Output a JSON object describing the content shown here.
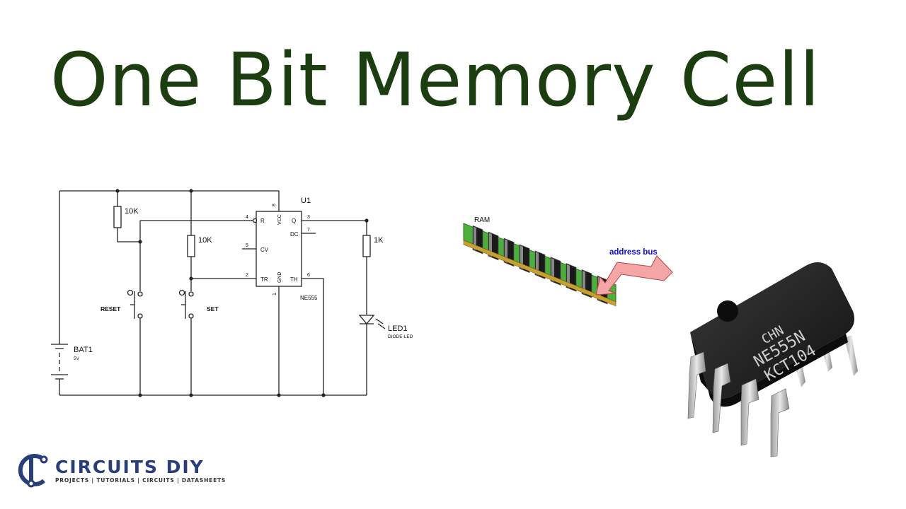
{
  "title": "One Bit Memory Cell",
  "schematic": {
    "ic_ref": "U1",
    "ic_part": "NE555",
    "pins": {
      "r": "R",
      "vcc": "VCC",
      "q": "Q",
      "dc": "DC",
      "cv": "CV",
      "tr": "TR",
      "gnd": "GND",
      "th": "TH",
      "n4": "4",
      "n8": "8",
      "n3": "3",
      "n7": "7",
      "n5": "5",
      "n2": "2",
      "n6": "6",
      "n1": "1"
    },
    "r1": "10K",
    "r2": "10K",
    "r3": "1K",
    "reset": "RESET",
    "set": "SET",
    "led": "LED1",
    "led_type": "DIODE-LED",
    "bat": "BAT1",
    "bat_v": "5V"
  },
  "ram": {
    "label": "RAM",
    "bus": "address bus"
  },
  "chip": {
    "line1": "CHN",
    "line2": "NE555N",
    "line3": "KCT104"
  },
  "logo": {
    "name": "CIRCUITS DIY",
    "tagline": "PROJECTS | TUTORIALS | CIRCUITS | DATASHEETS"
  },
  "colors": {
    "title": "#1c3d10",
    "pcb": "#4caf3c",
    "arrow": "#f4a6a6",
    "logo": "#2a3f7a"
  }
}
